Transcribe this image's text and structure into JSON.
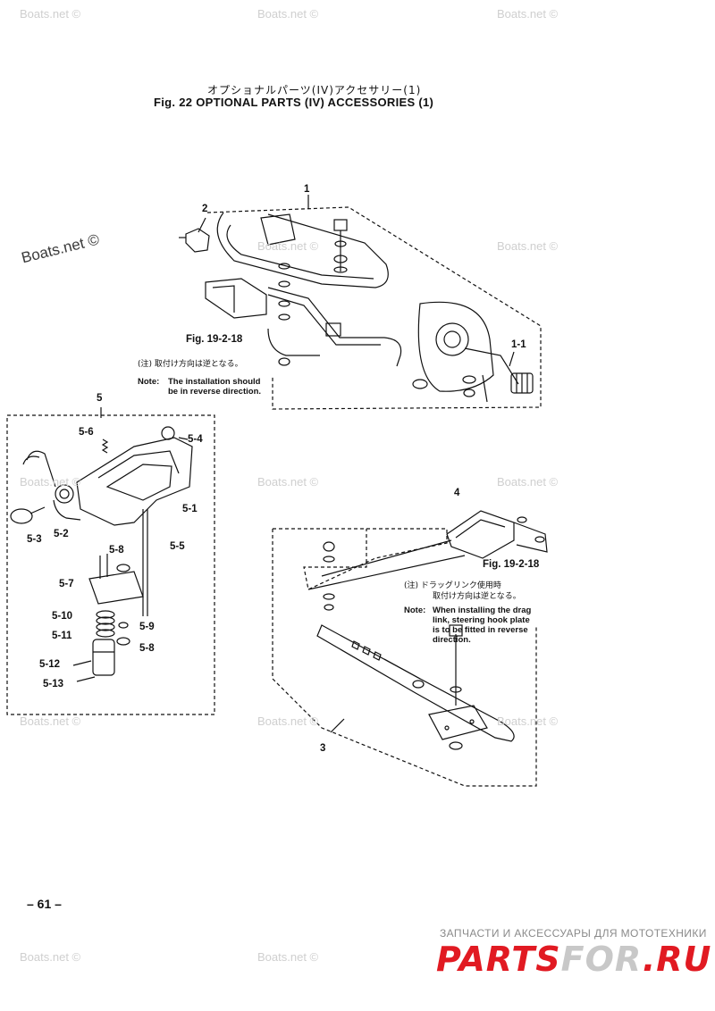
{
  "header": {
    "title_jp": "オプショナルパーツ(IV)アクセサリー(1)",
    "title_en": "Fig. 22   OPTIONAL PARTS (IV) ACCESSORIES (1)"
  },
  "watermark_text": "Boats.net ©",
  "callouts": {
    "c1": "1",
    "c2": "2",
    "c1_1": "1-1",
    "c3": "3",
    "c4": "4",
    "c5": "5",
    "c5_1": "5-1",
    "c5_2": "5-2",
    "c5_3": "5-3",
    "c5_4": "5-4",
    "c5_5": "5-5",
    "c5_6": "5-6",
    "c5_7": "5-7",
    "c5_8a": "5-8",
    "c5_8b": "5-8",
    "c5_9": "5-9",
    "c5_10": "5-10",
    "c5_11": "5-11",
    "c5_12": "5-12",
    "c5_13": "5-13",
    "ref_a": "Fig. 19-2-18",
    "ref_b": "Fig. 19-2-18"
  },
  "note_a": {
    "jp": "(注) 取付け方向は逆となる。",
    "label": "Note:",
    "l1": "The installation should",
    "l2": "be in reverse direction."
  },
  "note_b": {
    "jp1": "(注) ドラッグリンク使用時",
    "jp2": "取付け方向は逆となる。",
    "label": "Note:",
    "l1": "When installing the drag",
    "l2": "link, steering hook plate",
    "l3": "is to be fitted in reverse",
    "l4": "direction."
  },
  "page_number": "– 61 –",
  "ad": {
    "subtitle": "ЗАПЧАСТИ И АКСЕССУАРЫ ДЛЯ МОТОТЕХНИКИ",
    "logo_a": "PARTS",
    "logo_b": "FOR",
    "logo_c": ".RU"
  },
  "colors": {
    "ink": "#111111",
    "watermark": "#cfcfcf",
    "ad_red": "#e11a22",
    "ad_gray": "#8a8a8a"
  }
}
